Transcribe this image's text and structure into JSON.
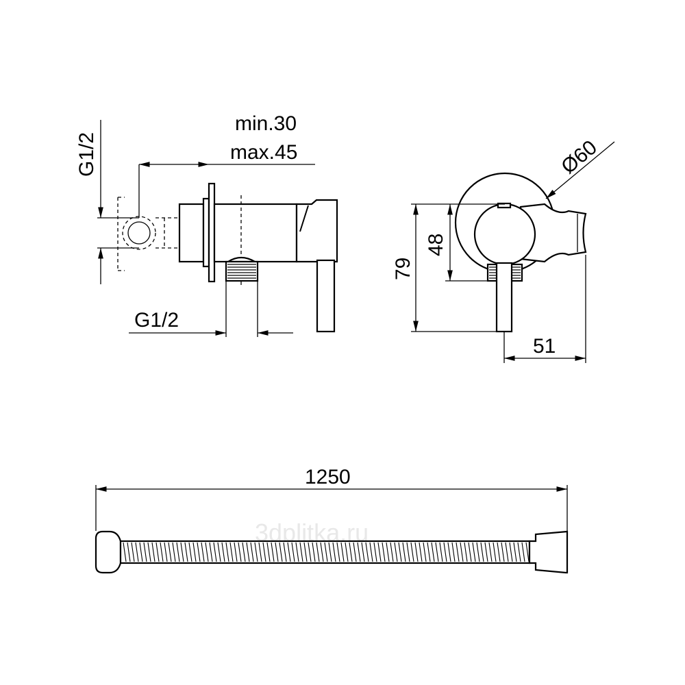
{
  "dimensions": {
    "depth_min": "min.30",
    "depth_max": "max.45",
    "thread_vertical": "G1/2",
    "thread_horizontal": "G1/2",
    "rosette_diameter": "Ø60",
    "height_79": "79",
    "height_48": "48",
    "width_51": "51",
    "hose_length": "1250"
  },
  "watermark": "3dplitka.ru"
}
